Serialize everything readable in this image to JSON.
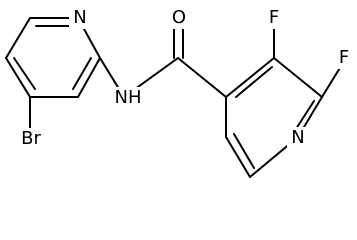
{
  "molecule": {
    "atoms": {
      "pyridine_n": "N",
      "bromine": "Br",
      "amide_nh": "NH",
      "carbonyl_o": "O",
      "fluorine_upper": "F",
      "fluorine_right": "F",
      "ring_n_lower": "N"
    }
  }
}
